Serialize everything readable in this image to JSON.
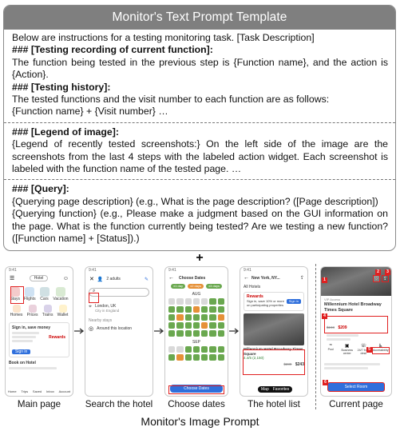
{
  "template": {
    "title": "Monitor's Text Prompt Template",
    "intro": "Below are instructions for a testing monitoring task. [Task Description]",
    "sections": [
      {
        "heading": "### [Testing recording of current function]:",
        "lines": [
          "The function being tested in the previous step is {Function name}, and the action is {Action}."
        ]
      },
      {
        "heading": "### [Testing history]:",
        "lines": [
          "The tested functions and the visit number to each function are as follows:",
          "{Function name} + {Visit number} …"
        ]
      },
      {
        "heading": "### [Legend of image]:",
        "lines": [
          "{Legend of recently tested screenshots:} On the left side of the image are the screenshots from the last 4 steps with the labeled action widget. Each screenshot is labeled with the function name of the tested page. …"
        ]
      },
      {
        "heading": "### [Query]:",
        "lines": [
          "{Querying page description} (e.g., What is the page description? ([Page description])",
          "{Querying function} (e.g., Please make a judgment based on the GUI information on the page. What is the function currently being tested? Are we testing a new function? ([Function name]  + [Status]).)"
        ]
      }
    ]
  },
  "plus": "+",
  "screens": {
    "main": {
      "caption": "Main page",
      "app_name": "Hotel",
      "categories": [
        "Stays",
        "Flights",
        "Cars",
        "Vacation",
        "Homes",
        "Prices",
        "Trains",
        "Wallet"
      ],
      "promo_title": "Sign in, save money",
      "promo_brand": "Rewards",
      "promo_button": "Sign in",
      "section": "Book on Hotel",
      "nav": [
        "Home",
        "Trips",
        "Saved",
        "Inbox",
        "Account"
      ]
    },
    "search": {
      "caption": "Search the hotel",
      "guests": "2 adults",
      "result_city": "London, UK",
      "result_sub": "City in England",
      "nearby_label": "Nearby stays",
      "nearby_item": "Around this location"
    },
    "dates": {
      "caption": "Choose dates",
      "title": "Choose Dates",
      "chips": [
        "±1 day",
        "±2 days",
        "±3 days"
      ],
      "month1": "AUG",
      "month2": "SEP",
      "button": "Choose Dates"
    },
    "list": {
      "caption": "The hotel list",
      "location": "New York, NY...",
      "heading": "All Hotels",
      "rewards": "Rewards",
      "rewards_text": "Sign in, save 10% or more on participating properties",
      "rewards_button": "Sign in",
      "hotel_name": "Millennium Hotel Broadway Times Square",
      "rating": "4.4/5 (2,150)",
      "price": "$243",
      "old_price": "$289",
      "map_button": "Map",
      "fav_button": "Favorites"
    },
    "current": {
      "caption": "Current page",
      "hotel_name": "Millennium Hotel Broadway Times Square",
      "badge": "VIP Access",
      "price": "$209",
      "old_price": "$248",
      "amenities": [
        "Pool",
        "Business center",
        "24/7 front desk",
        "Accessibility"
      ],
      "button": "Select Room"
    }
  },
  "footer": "Monitor's Image Prompt",
  "colors": {
    "header_gray": "#7f7f7f",
    "highlight_red": "#e02020",
    "calendar_green": "#6aa84f",
    "calendar_orange": "#e69138",
    "rewards_blue": "#2f6fdc"
  }
}
